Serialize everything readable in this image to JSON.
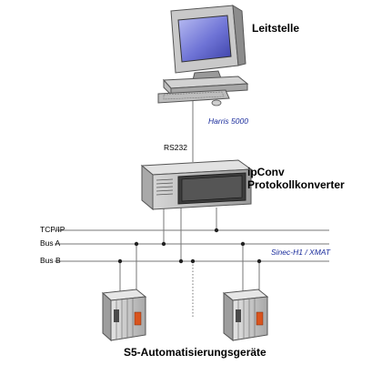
{
  "nodes": {
    "control_station": {
      "label": "Leitstelle"
    },
    "converter": {
      "label_line1": "ipConv",
      "label_line2": "Protokollkonverter"
    },
    "automation_devices": {
      "label": "S5-Automatisierungsgeräte"
    }
  },
  "links": {
    "serial_protocol": "Harris 5000",
    "serial_port": "RS232",
    "field_protocol": "Sinec-H1 / XMAT"
  },
  "buses": [
    {
      "label": "TCP/IP"
    },
    {
      "label": "Bus A"
    },
    {
      "label": "Bus B"
    }
  ],
  "colors": {
    "link_text": "#1a2c9c",
    "screen": "#5a5fc8",
    "device_accent": "#d9541e"
  }
}
